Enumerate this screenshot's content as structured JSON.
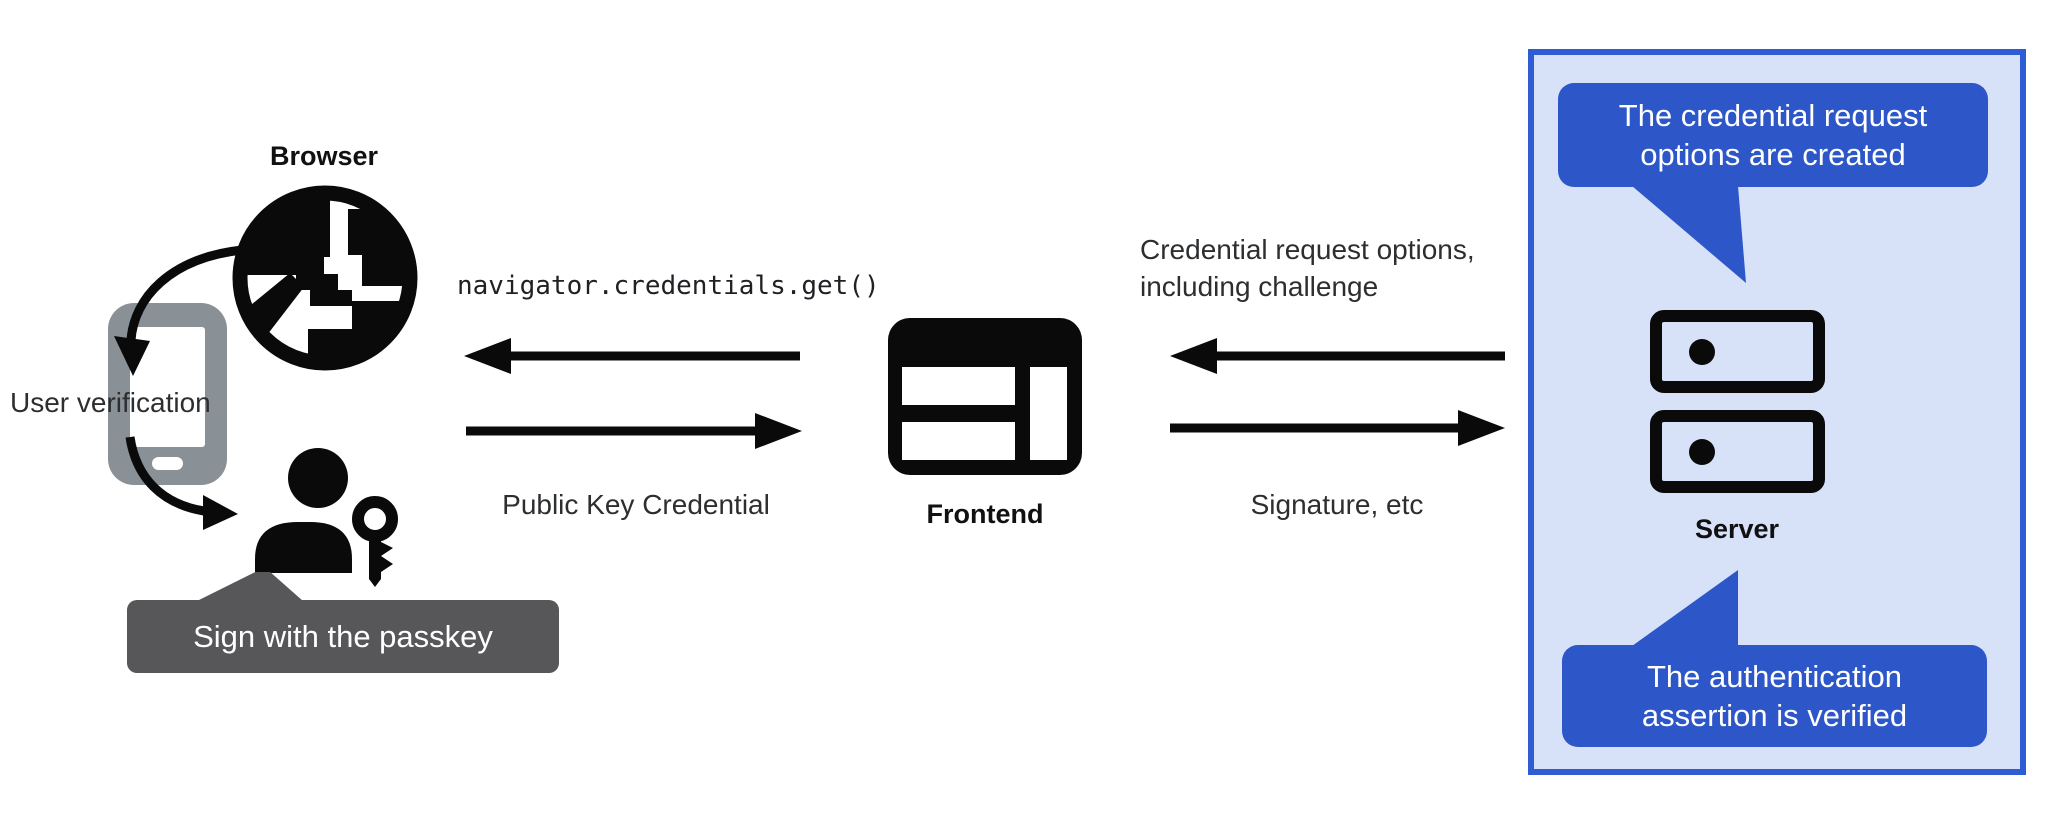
{
  "colors": {
    "accent_blue": "#2d57c8",
    "server_box_border": "#2e5cd4",
    "server_box_fill": "#d7e1f8",
    "tooltip_dark_gray": "#57575a",
    "phone_gray": "#899096",
    "icon_black": "#0a0a0a",
    "text_dark": "#2c2e30",
    "white": "#ffffff"
  },
  "browser": {
    "label": "Browser",
    "icon": "globe-icon"
  },
  "user_verification": {
    "label": "User verification",
    "icon": "smartphone-icon"
  },
  "passkey": {
    "tooltip": "Sign with the passkey",
    "icon": "user-with-key-icon"
  },
  "frontend": {
    "label": "Frontend",
    "icon": "browser-window-icon"
  },
  "server": {
    "label": "Server",
    "icon": "server-stack-icon"
  },
  "flow": {
    "to_browser": {
      "label": "navigator.credentials.get()",
      "direction": "frontend-to-browser"
    },
    "from_browser": {
      "label": "Public Key Credential",
      "direction": "browser-to-frontend"
    },
    "to_frontend": {
      "label_line1": "Credential request options,",
      "label_line2": "including challenge",
      "direction": "server-to-frontend"
    },
    "from_frontend": {
      "label": "Signature, etc",
      "direction": "frontend-to-server"
    }
  },
  "server_notes": {
    "top": {
      "line1": "The credential request",
      "line2": "options are created"
    },
    "bottom": {
      "line1": "The authentication",
      "line2": "assertion is verified"
    }
  }
}
